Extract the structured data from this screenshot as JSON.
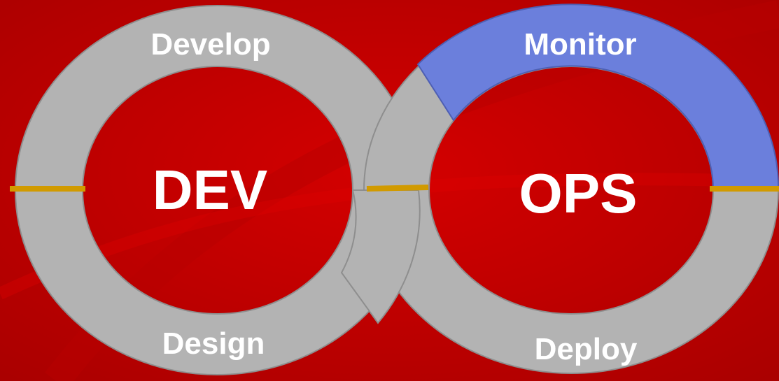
{
  "colors": {
    "background": "#c00000",
    "background_shade": "#a80000",
    "loop": "#b3b3b3",
    "loop_edge": "#8e8e8e",
    "highlight": "#6b7fdc",
    "divider": "#d19a00",
    "text": "#ffffff"
  },
  "stages": {
    "develop": "Develop",
    "monitor": "Monitor",
    "design": "Design",
    "deploy": "Deploy"
  },
  "sides": {
    "dev": "DEV",
    "ops": "OPS"
  },
  "highlighted_stage": "monitor"
}
